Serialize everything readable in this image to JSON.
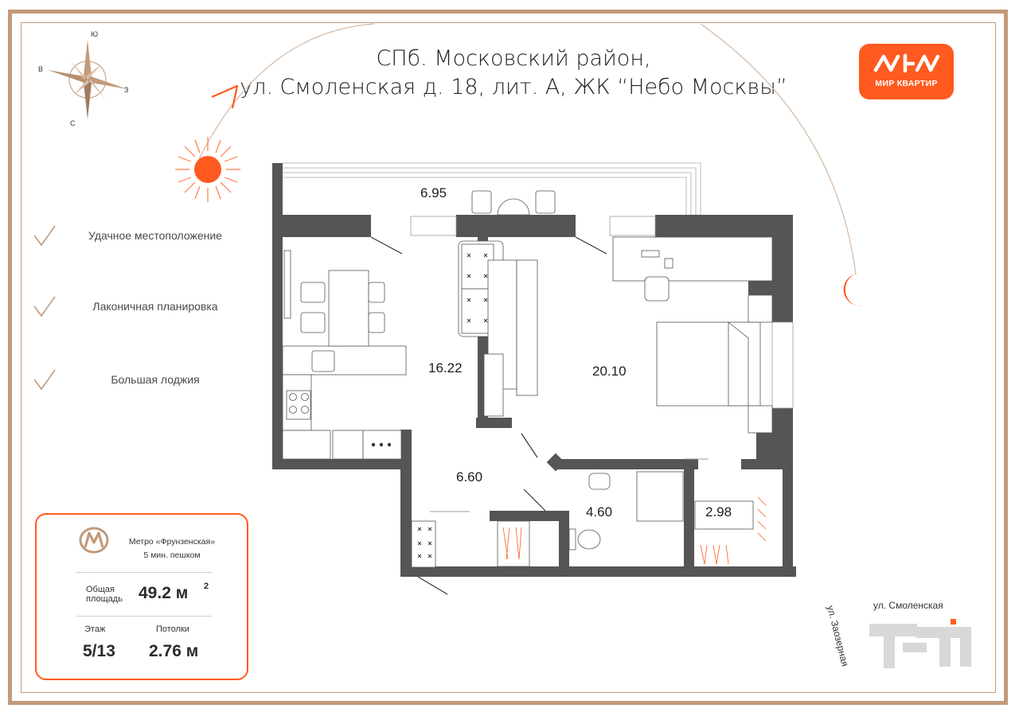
{
  "title": {
    "line1": "СПб. Московский район,",
    "line2": "ул. Смоленская д. 18, лит. А,  ЖК “Небо Москвы”"
  },
  "logo": {
    "text": "МИР КВАРТИР",
    "color": "#ff5a1f"
  },
  "compass": {
    "north": "С",
    "south": "Ю",
    "east": "В",
    "west": "З"
  },
  "features": [
    {
      "icon": "check-icon",
      "text": "Удачное местоположение"
    },
    {
      "icon": "check-icon",
      "text": "Лаконичная планировка"
    },
    {
      "icon": "check-icon",
      "text": "Большая лоджия"
    }
  ],
  "rooms": {
    "loggia": "6.95",
    "kitchen_living": "16.22",
    "bedroom": "20.10",
    "hallway": "6.60",
    "bathroom": "4.60",
    "wardrobe": "2.98"
  },
  "info": {
    "metro_name": "Метро «Фрунзенская»",
    "metro_walk": "5 мин. пешком",
    "area_label_1": "Общая",
    "area_label_2": "площадь",
    "area_value": "49.2 м",
    "area_unit_sup": "2",
    "floor_label": "Этаж",
    "floor_value": "5/13",
    "ceiling_label": "Потолки",
    "ceiling_value": "2.76 м"
  },
  "map": {
    "street_1": "ул. Смоленская",
    "street_2": "ул. Заозерная"
  },
  "colors": {
    "accent": "#ff5a1f",
    "frame": "#c39a7a",
    "wall": "#555555",
    "sun": "#ff5a1f"
  }
}
